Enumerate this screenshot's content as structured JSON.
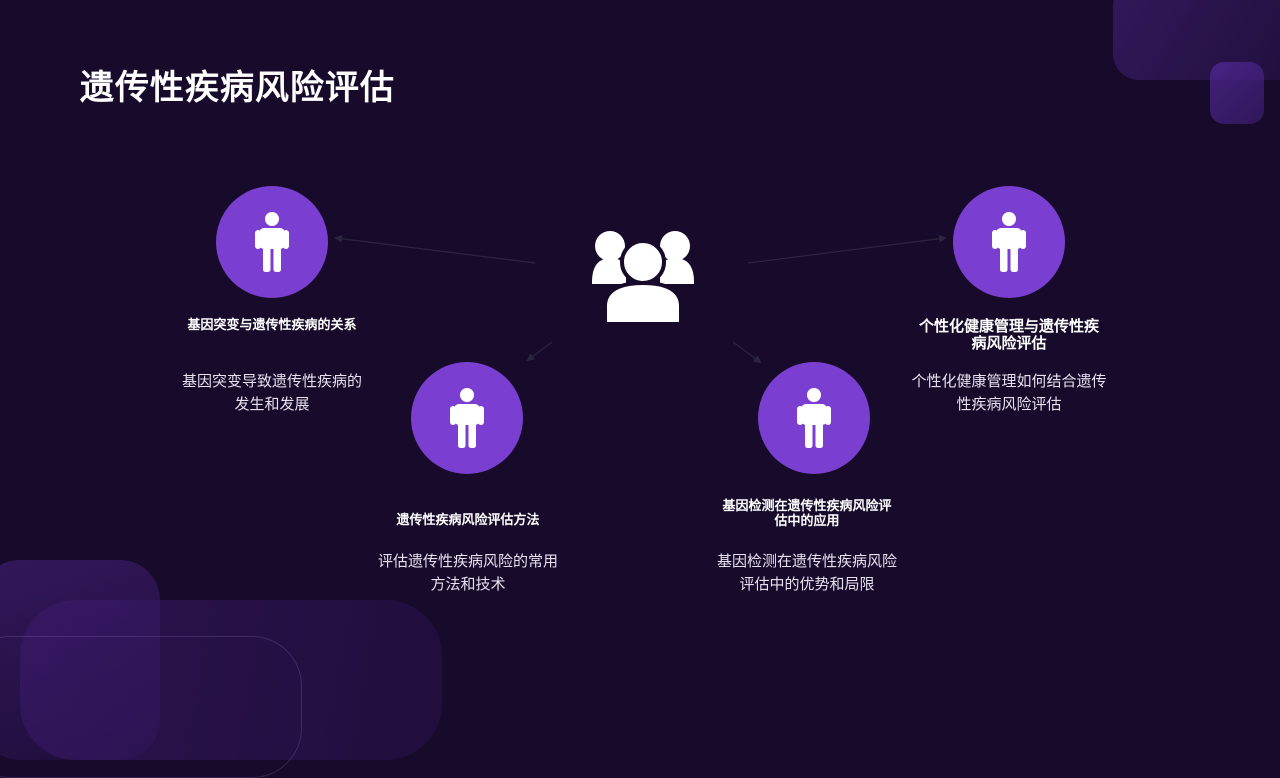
{
  "page": {
    "title": "遗传性疾病风险评估"
  },
  "center": {
    "icon": "users-group-icon"
  },
  "items": [
    {
      "icon": "person-icon",
      "heading": "基因突变与遗传性疾病的关系",
      "description": "基因突变导致遗传性疾病的发生和发展"
    },
    {
      "icon": "person-icon",
      "heading": "遗传性疾病风险评估方法",
      "description": "评估遗传性疾病风险的常用方法和技术"
    },
    {
      "icon": "person-icon",
      "heading": "基因检测在遗传性疾病风险评估中的应用",
      "description": "基因检测在遗传性疾病风险评估中的优势和局限"
    },
    {
      "icon": "person-icon",
      "heading": "个性化健康管理与遗传性疾病风险评估",
      "description": "个性化健康管理如何结合遗传性疾病风险评估"
    }
  ],
  "colors": {
    "background": "#170a2a",
    "accent": "#7a3fd0",
    "text": "#ffffff"
  }
}
